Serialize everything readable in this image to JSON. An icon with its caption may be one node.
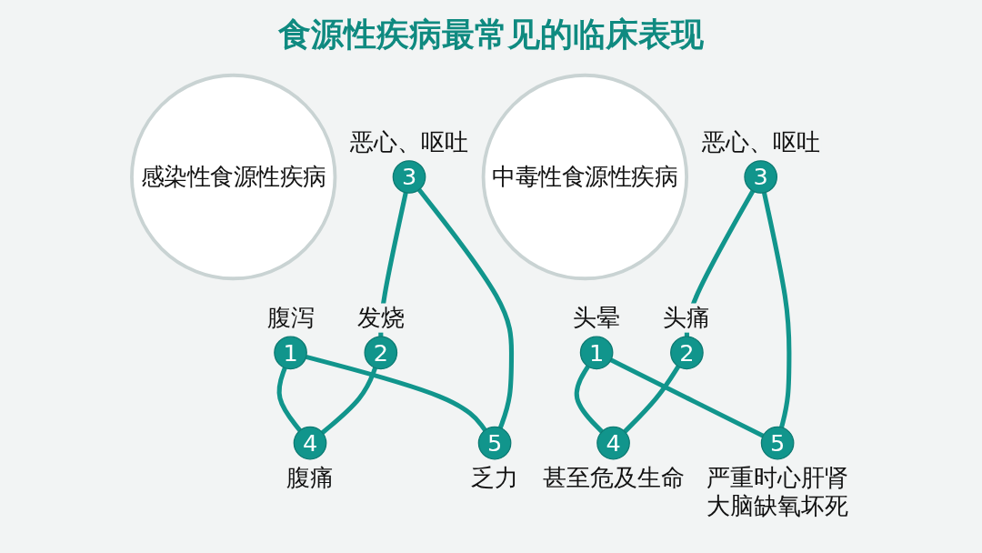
{
  "diagram": {
    "title": "食源性疾病最常见的临床表现",
    "nodes": [
      {
        "text": [
          "感染性食源性疾病"
        ]
      },
      {
        "text": [
          "1"
        ],
        "beside": [
          "腹泻"
        ]
      },
      {
        "text": [
          "2"
        ],
        "beside": [
          "发烧"
        ]
      },
      {
        "text": [
          "3"
        ],
        "beside": [
          "恶心、呕吐"
        ]
      },
      {
        "text": [
          "4"
        ],
        "beside": [
          "腹痛"
        ]
      },
      {
        "text": [
          "5"
        ],
        "beside": [
          "乏力"
        ]
      },
      {
        "text": [
          "中毒性食源性疾病"
        ]
      },
      {
        "text": [
          "1"
        ],
        "beside": [
          "头晕"
        ]
      },
      {
        "text": [
          "2"
        ],
        "beside": [
          "头痛"
        ]
      },
      {
        "text": [
          "3"
        ],
        "beside": [
          "恶心、呕吐"
        ]
      },
      {
        "text": [
          "4"
        ],
        "beside": [
          "甚至危及生命"
        ]
      },
      {
        "text": [
          "5"
        ],
        "beside": [
          "严重时心肝肾大脑缺氧坏死"
        ]
      }
    ],
    "edges": [
      {
        "from": 1,
        "to": 4,
        "arrow": "none"
      },
      {
        "from": 1,
        "to": 5,
        "arrow": "none"
      },
      {
        "from": 3,
        "to": 2,
        "arrow": "none"
      },
      {
        "from": 3,
        "to": 5,
        "arrow": "none"
      },
      {
        "from": 2,
        "to": 4,
        "arrow": "none"
      },
      {
        "from": 7,
        "to": 10,
        "arrow": "none"
      },
      {
        "from": 7,
        "to": 11,
        "arrow": "none"
      },
      {
        "from": 9,
        "to": 8,
        "arrow": "none"
      },
      {
        "from": 9,
        "to": 11,
        "arrow": "none"
      },
      {
        "from": 8,
        "to": 10,
        "arrow": "none"
      }
    ]
  }
}
